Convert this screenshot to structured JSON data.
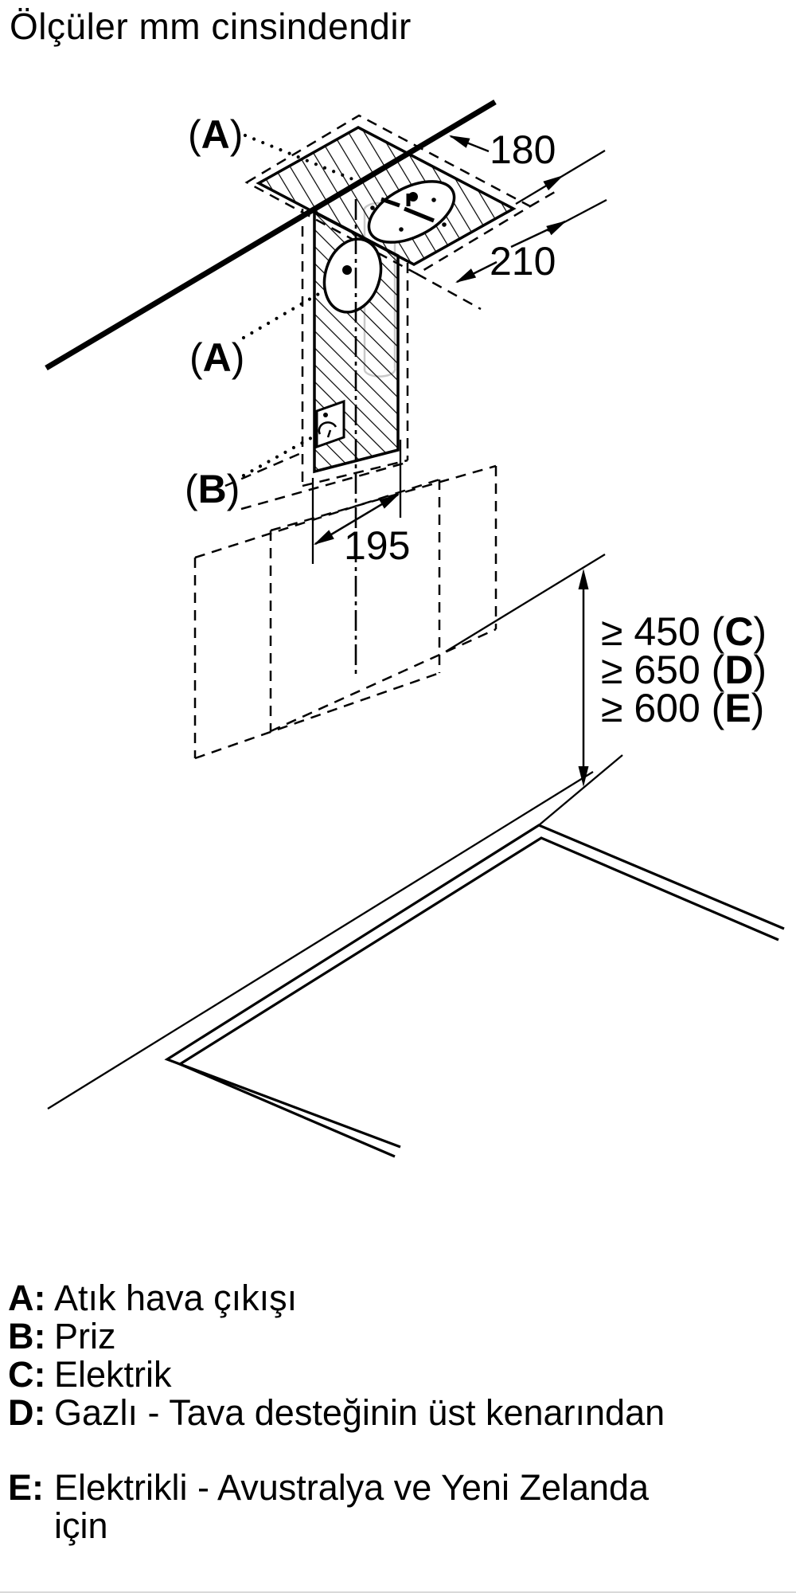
{
  "title": "Ölçüler mm cinsindendir",
  "labels": {
    "a1": {
      "open": "(",
      "letter": "A",
      "close": ")"
    },
    "a2": {
      "open": "(",
      "letter": "A",
      "close": ")"
    },
    "b": {
      "open": "(",
      "letter": "B",
      "close": ")"
    }
  },
  "dimensions": {
    "ceiling_depth": "180",
    "ceiling_width": "210",
    "outlet_width": "195"
  },
  "clearances": [
    {
      "value": "≥ 450 (",
      "letter": "C",
      "suffix": ")"
    },
    {
      "value": "≥ 650 (",
      "letter": "D",
      "suffix": ")"
    },
    {
      "value": "≥ 600 (",
      "letter": "E",
      "suffix": ")"
    }
  ],
  "legend": [
    {
      "key": "A:",
      "text": "Atık hava çıkışı"
    },
    {
      "key": "B:",
      "text": "Priz"
    },
    {
      "key": "C:",
      "text": "Elektrik"
    },
    {
      "key": "D:",
      "text": "Gazlı - Tava desteğinin üst kenarından"
    },
    {
      "key": "E:",
      "text": "Elektrikli - Avustralya ve Yeni Zelanda",
      "text2": "için"
    }
  ]
}
